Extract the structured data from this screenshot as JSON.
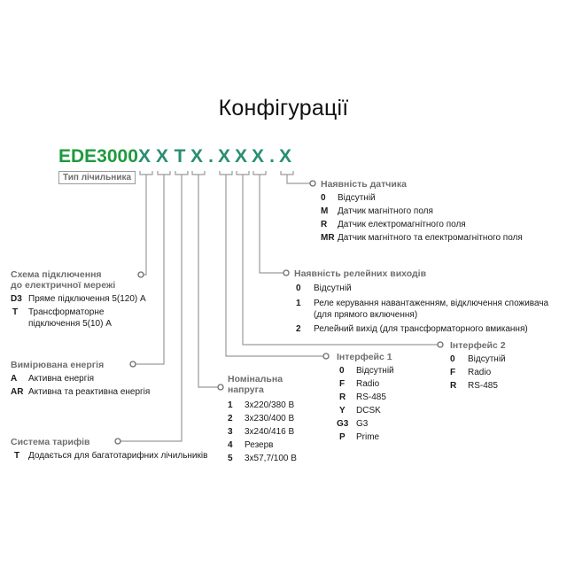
{
  "title": "Конфігурації",
  "code": {
    "prefix": "EDE3000",
    "chars": [
      "X",
      "X",
      "T",
      "X",
      ".",
      "X",
      "X",
      "X",
      ".",
      "X"
    ],
    "type_label": "Тип лічильника"
  },
  "sensor": {
    "heading": "Наявність датчика",
    "items": [
      {
        "key": "0",
        "text": "Відсутній"
      },
      {
        "key": "M",
        "text": "Датчик магнітного поля"
      },
      {
        "key": "R",
        "text": "Датчик електромагнітного поля"
      },
      {
        "key": "MR",
        "text": "Датчик магнітного та електромагнітного поля"
      }
    ]
  },
  "relay": {
    "heading": "Наявність релейних виходів",
    "items": [
      {
        "key": "0",
        "lines": [
          "Відсутній"
        ]
      },
      {
        "key": "1",
        "lines": [
          "Реле керування навантаженням, відключення споживача",
          "(для прямого включення)"
        ]
      },
      {
        "key": "2",
        "lines": [
          "Релейний вихід (для трансформаторного вмикання)"
        ]
      }
    ]
  },
  "iface2": {
    "heading": "Інтерфейс 2",
    "items": [
      {
        "key": "0",
        "text": "Відсутній"
      },
      {
        "key": "F",
        "text": "Radio"
      },
      {
        "key": "R",
        "text": "RS-485"
      }
    ]
  },
  "iface1": {
    "heading": "Інтерфейс 1",
    "items": [
      {
        "key": "0",
        "text": "Відсутній"
      },
      {
        "key": "F",
        "text": "Radio"
      },
      {
        "key": "R",
        "text": "RS-485"
      },
      {
        "key": "Y",
        "text": "DCSK"
      },
      {
        "key": "G3",
        "text": "G3"
      },
      {
        "key": "P",
        "text": "Prime"
      }
    ]
  },
  "voltage": {
    "heading_lines": [
      "Номінальна",
      "напруга"
    ],
    "items": [
      {
        "key": "1",
        "text": "3x220/380 В"
      },
      {
        "key": "2",
        "text": "3x230/400 В"
      },
      {
        "key": "3",
        "text": "3x240/416 В"
      },
      {
        "key": "4",
        "text": "Резерв"
      },
      {
        "key": "5",
        "text": "3x57,7/100 В"
      }
    ]
  },
  "scheme": {
    "heading_lines": [
      "Схема підключення",
      "до електричної мережі"
    ],
    "items": [
      {
        "key": "D3",
        "lines": [
          "Пряме підключення 5(120) А"
        ]
      },
      {
        "key": "T",
        "lines": [
          "Трансформаторне",
          "підключення 5(10) А"
        ]
      }
    ]
  },
  "energy": {
    "heading": "Вимірювана енергія",
    "items": [
      {
        "key": "A",
        "text": "Активна енергія"
      },
      {
        "key": "AR",
        "text": "Активна та реактивна енергія"
      }
    ]
  },
  "tariff": {
    "heading": "Система тарифів",
    "items": [
      {
        "key": "T",
        "text": "Додається для багатотарифних лічильників"
      }
    ]
  },
  "colors": {
    "prefix": "#1f9a3f",
    "chars": "#2a8e72",
    "line": "#9a9a9a",
    "heading": "#6e6e6e"
  }
}
